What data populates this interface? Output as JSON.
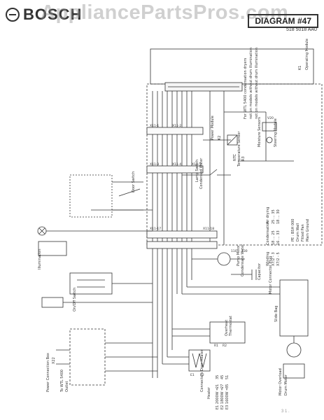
{
  "header": {
    "brand": "BOSCH",
    "watermark": "AppliancePartsPros.com",
    "diagram_label": "DIAGRAM #47",
    "doc_number": "518 5018 AA0"
  },
  "labels": {
    "operating_module": "Operating Module",
    "operating_module_ref": "K1",
    "power_module": "Power Module",
    "power_module_ref": "K2",
    "ntc_sensor_line1": "NTC",
    "ntc_sensor_line2": "Temperature Sensor",
    "ntc_sensor_ref": "R3",
    "moisture_sensors": "Moisture Sensors",
    "steering_module": "Steering Module",
    "lamp_switch_line1": "Lamp Switch",
    "lamp_switch_line2": "Condensed Water",
    "door_switch": "Door Switch",
    "illumination": "Illumination",
    "on_off_switch": "On/Off Switch",
    "pump_motor_line1": "Pump Motor",
    "pump_motor_line2": "Condensate Water",
    "capacitor": "Capacitor",
    "motor_connector_plug": "Motor Connector Plug",
    "slide_bag": "Slide Bag",
    "motor_overload": "Motor Overload",
    "drum_motor": "Drum Motor",
    "heater_thermostat_line1": "Overheat",
    "heater_thermostat_line2": "Thermostat",
    "connectors_door_heater": "Connectors Door Heater",
    "heater": "Heater",
    "power_connection_box": "Power Connection Box",
    "power_connection_ref": "X22",
    "outlet_line1": "To WTL 5400",
    "outlet_line2": "Outlet",
    "ground": "⏚"
  },
  "notes": {
    "n1": "For WTL 5400 condensation dryers",
    "n2": "not on models without drum illumination",
    "n3": "not on models without drum illumination",
    "pe_line1": "PE : BSH 000",
    "pe_line2": "Drum Wall",
    "pe_line3": "Fitted Pan",
    "pe_line4": "Main Ground"
  },
  "terminals": {
    "k11_1": "X11-1",
    "k11_2": "X11-2",
    "k11_3": "X11-3",
    "k11_4": "X11-4",
    "k11_5": "X11-5",
    "k11_17": "X11-17",
    "k11_18": "X11-18",
    "r_110": "110",
    "r_130": "130",
    "v_120": "V20",
    "b_r1": "R1",
    "b_r2": "R2",
    "b_e1": "E1",
    "b_e2": "E2"
  },
  "tables": {
    "winding": {
      "head_a": "Condensation",
      "head_b": "Air drying",
      "title": "Winding",
      "rows": [
        {
          "label": "X7/2 - 3",
          "a": "18 ... 25",
          "b": "25 ... 35"
        },
        {
          "label": "X7/2 - 5",
          "a": "16 ... 33",
          "b": "18 ... 30"
        }
      ]
    },
    "heater": {
      "rows": [
        {
          "label": "E1 2000W =",
          "a": "21",
          "b": "35"
        },
        {
          "label": "E2 1800W =",
          "a": "27",
          "b": "45"
        },
        {
          "label": "E3 1600W =",
          "a": "35",
          "b": "51"
        }
      ]
    }
  },
  "footer": {
    "mark": "3  1 ."
  }
}
